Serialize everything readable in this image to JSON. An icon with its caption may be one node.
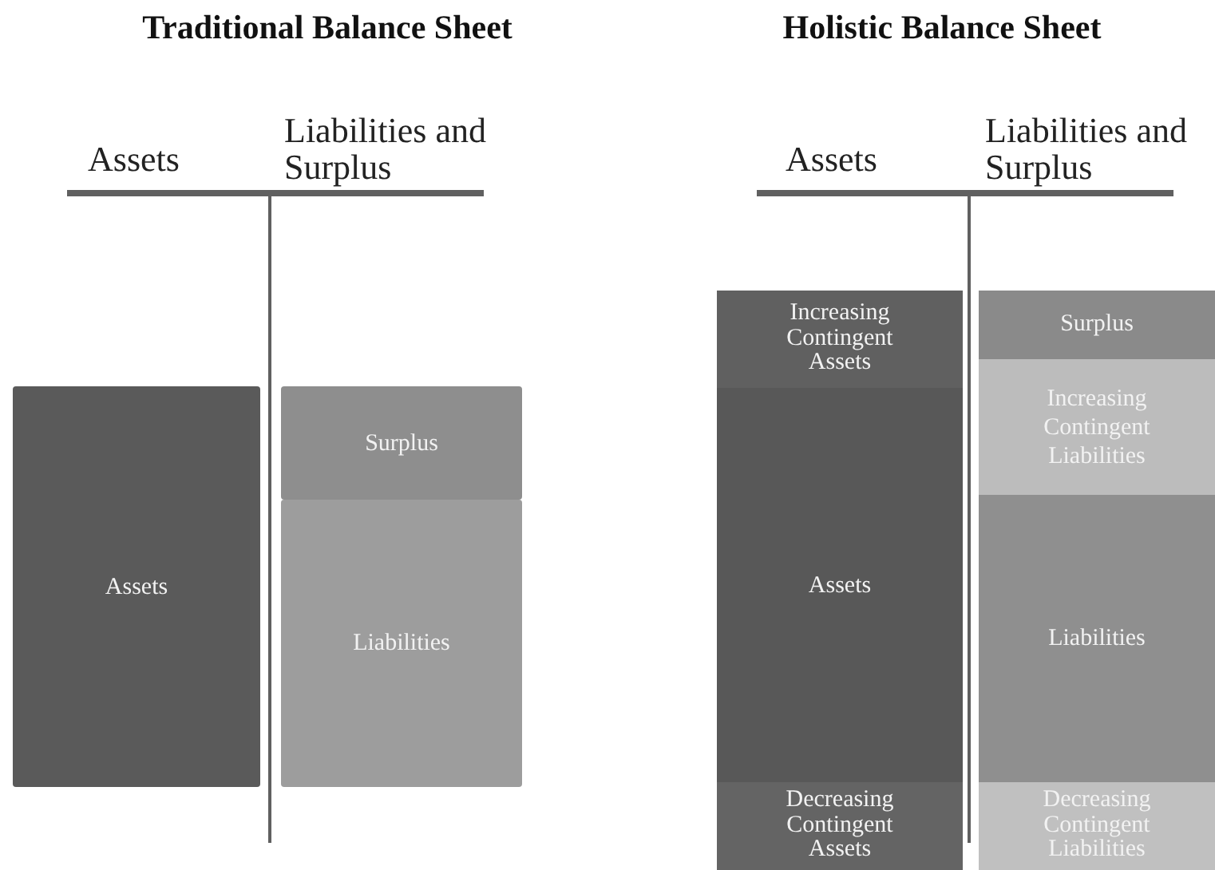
{
  "diagram": {
    "nodes": [
      {
        "text": [
          "Assets"
        ]
      },
      {
        "text": [
          "Surplus"
        ]
      },
      {
        "text": [
          "Liabilities"
        ]
      },
      {
        "text": [
          "Increasing Contingent Assets"
        ]
      },
      {
        "text": [
          "Assets"
        ]
      },
      {
        "text": [
          "Decreasing Contingent Assets"
        ]
      },
      {
        "text": [
          "Surplus"
        ]
      },
      {
        "text": [
          "Increasing Contingent Liabilities"
        ]
      },
      {
        "text": [
          "Liabilities"
        ]
      },
      {
        "text": [
          "Decreasing Contingent Liabilities"
        ]
      }
    ],
    "labels": [
      "Traditional Balance Sheet",
      "Assets",
      "Liabilities and Surplus",
      "Holistic Balance Sheet",
      "Assets",
      "Liabilities and Surplus"
    ]
  }
}
